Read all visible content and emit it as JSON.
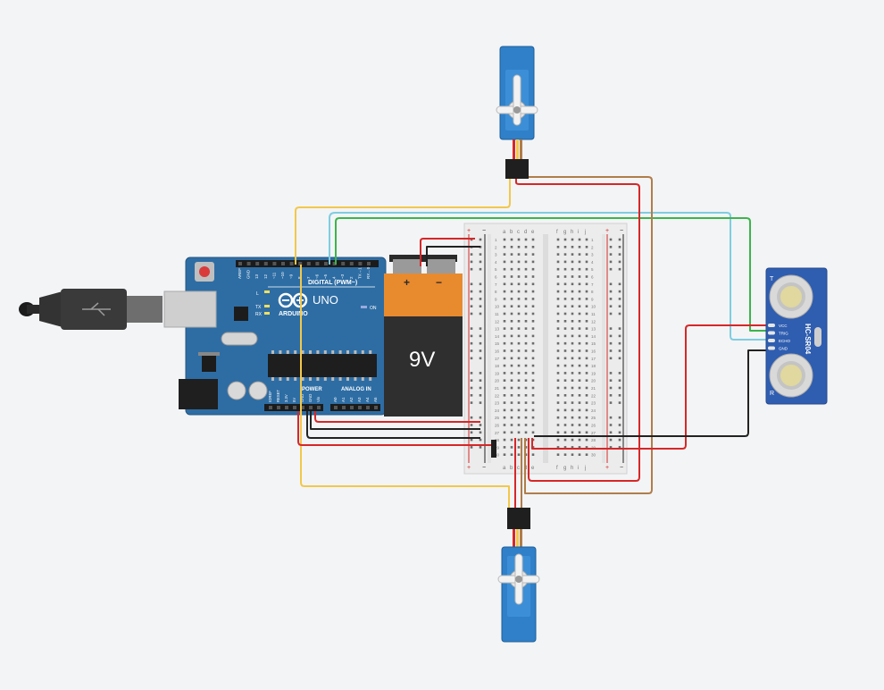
{
  "arduino": {
    "logo": "ARDUINO",
    "model": "UNO",
    "digital_label": "DIGITAL (PWM~)",
    "analog_label": "ANALOG IN",
    "power_label": "POWER",
    "on_label": "ON",
    "tx_label": "TX",
    "rx_label": "RX",
    "l_label": "L",
    "header_pins_top": [
      "AREF",
      "GND",
      "13",
      "12",
      "~11",
      "~10",
      "~9",
      "8",
      "7",
      "~6",
      "~5",
      "4",
      "~3",
      "2",
      "TX→1",
      "RX←0"
    ],
    "header_pins_power": [
      "IOREF",
      "RESET",
      "3.3V",
      "5V",
      "GND",
      "GND",
      "Vin"
    ],
    "header_pins_analog": [
      "A0",
      "A1",
      "A2",
      "A3",
      "A4",
      "A5"
    ]
  },
  "battery": {
    "label": "9V",
    "plus": "+",
    "minus": "−"
  },
  "breadboard": {
    "cols_left": [
      "a",
      "b",
      "c",
      "d",
      "e"
    ],
    "cols_right": [
      "f",
      "g",
      "h",
      "i",
      "j"
    ],
    "rail_plus": "+",
    "rail_minus": "−",
    "row_numbers": [
      "1",
      "2",
      "3",
      "4",
      "5",
      "6",
      "7",
      "8",
      "9",
      "10",
      "11",
      "12",
      "13",
      "14",
      "15",
      "16",
      "17",
      "18",
      "19",
      "20",
      "21",
      "22",
      "23",
      "24",
      "25",
      "26",
      "27",
      "28",
      "29",
      "30"
    ]
  },
  "sensor": {
    "label": "HC-SR04",
    "pins": [
      "VCC",
      "TRIG",
      "ECHO",
      "GND"
    ],
    "t_label": "T",
    "r_label": "R"
  },
  "colors": {
    "wire_red": "#d62728",
    "wire_black": "#222222",
    "wire_yellow": "#f2c84b",
    "wire_green": "#3cb44b",
    "wire_cyan": "#7fcde0",
    "wire_brown": "#b07d4a",
    "board_blue": "#2e6da4",
    "servo_blue": "#2f80c9"
  }
}
